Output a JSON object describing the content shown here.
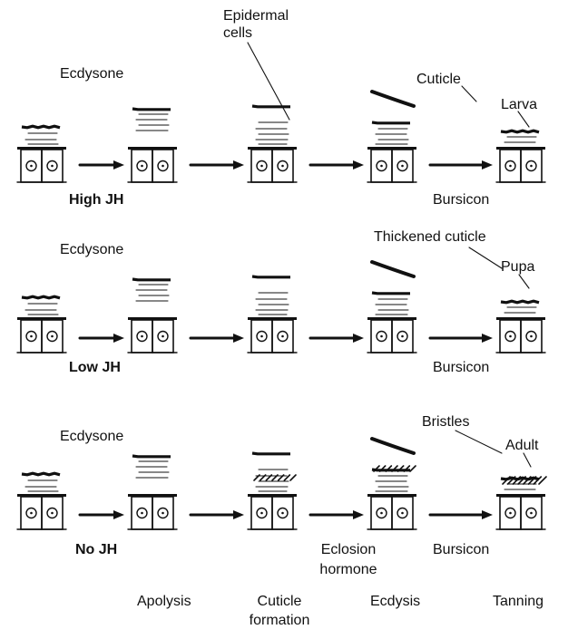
{
  "labels": {
    "epidermal": "Epidermal",
    "cells": "cells",
    "cuticle": "Cuticle",
    "larva": "Larva",
    "thickened_cuticle": "Thickened cuticle",
    "pupa": "Pupa",
    "bristles": "Bristles",
    "adult": "Adult",
    "ecdysone_1": "Ecdysone",
    "ecdysone_2": "Ecdysone",
    "ecdysone_3": "Ecdysone",
    "high_jh": "High JH",
    "low_jh": "Low JH",
    "no_jh": "No JH",
    "bursicon_1": "Bursicon",
    "bursicon_2": "Bursicon",
    "bursicon_3": "Bursicon",
    "eclosion": "Eclosion",
    "hormone": "hormone"
  },
  "stages": {
    "apolysis": "Apolysis",
    "cuticle": "Cuticle",
    "formation": "formation",
    "ecdysis": "Ecdysis",
    "tanning": "Tanning"
  },
  "colors": {
    "ink": "#111111",
    "background": "#ffffff"
  }
}
